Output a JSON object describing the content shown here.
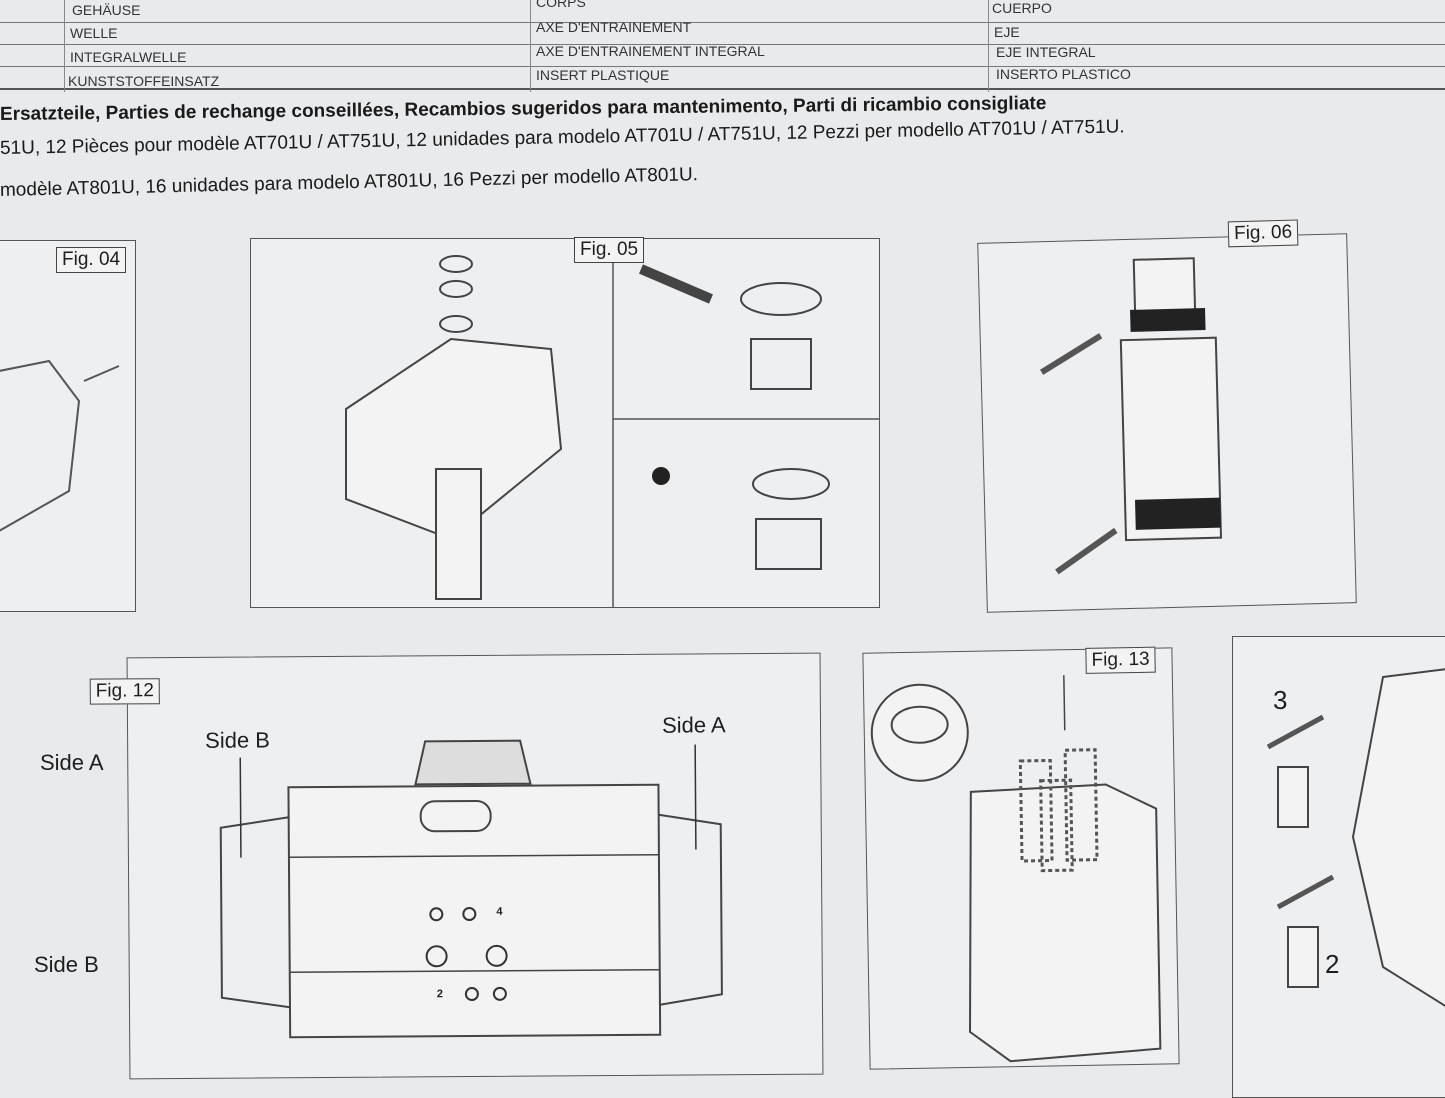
{
  "parts_table": {
    "rows": [
      {
        "de": "GEHÄUSE",
        "fr": "CORPS",
        "es": "CUERPO"
      },
      {
        "de": "WELLE",
        "fr": "AXE D'ENTRAINEMENT",
        "es": "EJE"
      },
      {
        "de": "INTEGRALWELLE",
        "fr": "AXE D'ENTRAINEMENT INTEGRAL",
        "es": "EJE INTEGRAL"
      },
      {
        "de": "KUNSTSTOFFEINSATZ",
        "fr": "INSERT PLASTIQUE",
        "es": "INSERTO PLASTICO"
      }
    ]
  },
  "spare_parts": {
    "heading": "Ersatzteile, Parties de rechange conseillées, Recambios sugeridos para mantenimento, Parti di ricambio consigliate",
    "line1": "51U, 12 Pièces pour modèle AT701U / AT751U, 12 unidades para modelo AT701U / AT751U, 12 Pezzi per modello AT701U / AT751U.",
    "line2": "modèle AT801U, 16 unidades para modelo AT801U, 16 Pezzi per modello AT801U."
  },
  "figures": {
    "fig04": "Fig. 04",
    "fig05": "Fig. 05",
    "fig06": "Fig. 06",
    "fig12": "Fig. 12",
    "fig13": "Fig. 13"
  },
  "fig12_labels": {
    "side_b": "Side B",
    "side_a": "Side A",
    "port_4": "4",
    "port_2": "2"
  },
  "left_labels": {
    "side_a": "Side A",
    "side_b": "Side B"
  },
  "right_labels": {
    "step3": "3",
    "step2": "2"
  }
}
